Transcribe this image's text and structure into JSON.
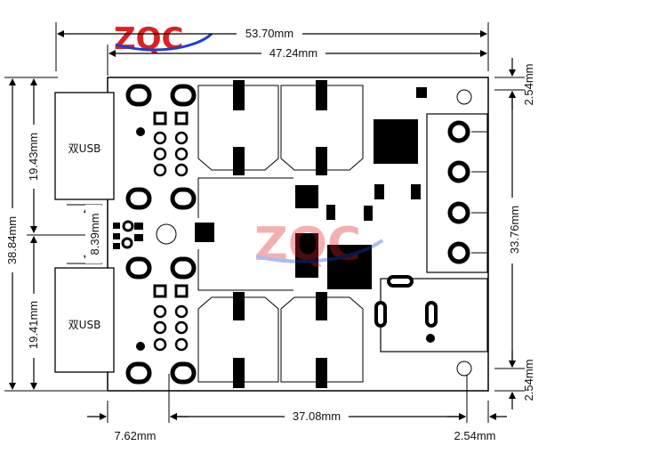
{
  "logo": {
    "text": "ZQC"
  },
  "dimensions": {
    "total_width": "53.70mm",
    "inner_width": "47.24mm",
    "left_height": "38.84mm",
    "usb_top_height": "19.43mm",
    "usb_bottom_height": "19.41mm",
    "usb_gap": "8.39mm",
    "right_height": "33.76mm",
    "right_top_offset": "2.54mm",
    "right_bottom_offset": "2.54mm",
    "bottom_span": "37.08mm",
    "bottom_left": "7.62mm",
    "bottom_right": "2.54mm"
  },
  "usb_ports": [
    {
      "label": "双USB"
    },
    {
      "label": "双USB"
    }
  ],
  "colors": {
    "board_outline": "#000000",
    "logo_red": "#e02020",
    "logo_blue": "#1f3fd0"
  }
}
